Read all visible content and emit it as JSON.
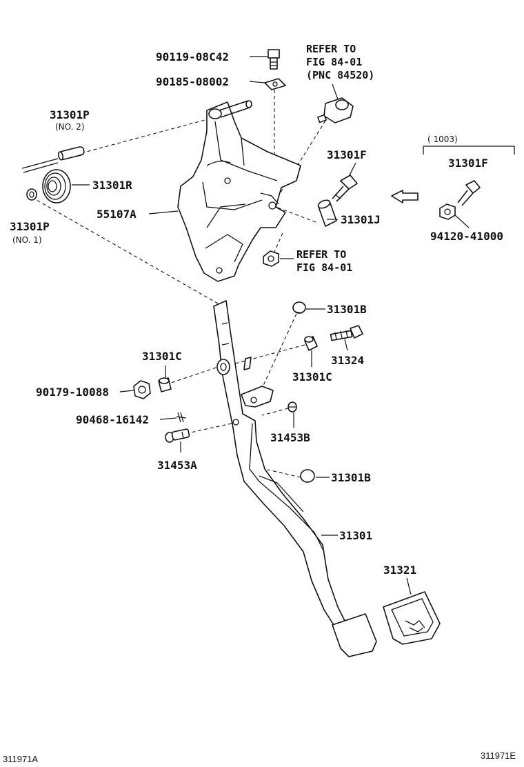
{
  "labels": {
    "p90119": "90119-08C42",
    "p90185": "90185-08002",
    "refer1_l1": "REFER TO",
    "refer1_l2": "FIG 84-01",
    "refer1_l3": "(PNC 84520)",
    "p31301P_top": "31301P",
    "p31301P_top_sub": "(NO. 2)",
    "p31301R": "31301R",
    "p31301P_bottom": "31301P",
    "p31301P_bottom_sub": "(NO. 1)",
    "p55107A": "55107A",
    "p31301F": "31301F",
    "p31301J": "31301J",
    "refer2_l1": "REFER TO",
    "refer2_l2": "FIG 84-01",
    "bracket_note": "(      1003)",
    "p31301F_alt": "31301F",
    "p94120": "94120-41000",
    "p31301B_top": "31301B",
    "p31324": "31324",
    "p31301C_right": "31301C",
    "p31301C_left": "31301C",
    "p90179": "90179-10088",
    "p90468": "90468-16142",
    "p31453B": "31453B",
    "p31453A": "31453A",
    "p31301B_bottom": "31301B",
    "p31301": "31301",
    "p31321": "31321",
    "footer_left": "311971A",
    "footer_right": "311971E"
  },
  "icons": {
    "arrow": "left-arrow-icon"
  }
}
